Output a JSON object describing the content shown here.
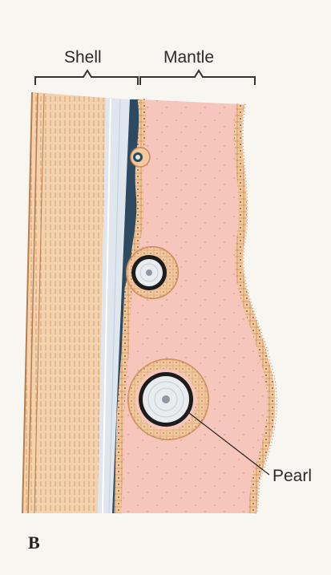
{
  "labels": {
    "shell": "Shell",
    "mantle": "Mantle",
    "pearl": "Pearl",
    "panel": "B"
  },
  "colors": {
    "background": "#f7f6f1",
    "shell_prismatic": "#f3d2ad",
    "shell_fiber": "#c99566",
    "nacre": "#dfe6ee",
    "periostracum": "#2d4a60",
    "mantle_tissue": "#f6c6bd",
    "epithelium": "#e0a370",
    "pearl_ring": "#1c1c1c",
    "pearl_nacre": "#e8ecef"
  }
}
